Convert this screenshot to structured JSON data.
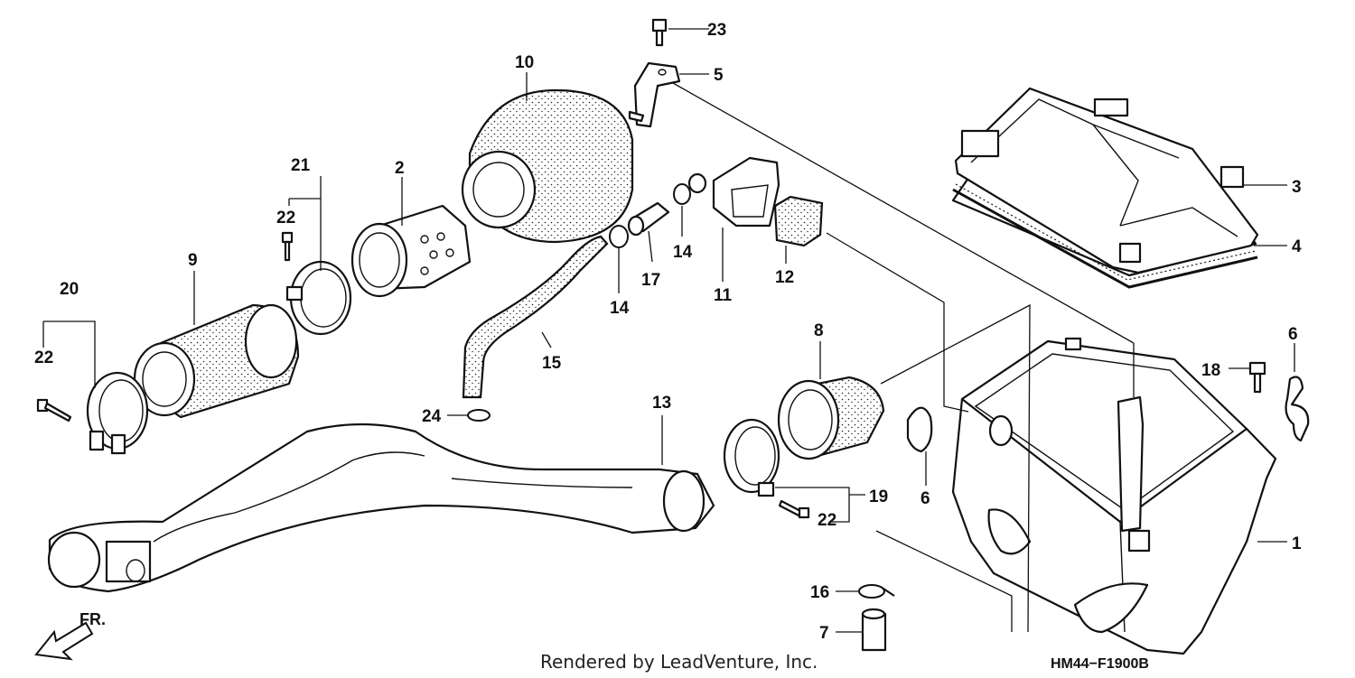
{
  "diagram": {
    "callouts": [
      {
        "id": "1",
        "text": "1"
      },
      {
        "id": "2",
        "text": "2"
      },
      {
        "id": "3",
        "text": "3"
      },
      {
        "id": "4",
        "text": "4"
      },
      {
        "id": "5",
        "text": "5"
      },
      {
        "id": "6a",
        "text": "6"
      },
      {
        "id": "6b",
        "text": "6"
      },
      {
        "id": "7",
        "text": "7"
      },
      {
        "id": "8",
        "text": "8"
      },
      {
        "id": "9",
        "text": "9"
      },
      {
        "id": "10",
        "text": "10"
      },
      {
        "id": "11",
        "text": "11"
      },
      {
        "id": "12",
        "text": "12"
      },
      {
        "id": "13",
        "text": "13"
      },
      {
        "id": "14a",
        "text": "14"
      },
      {
        "id": "14b",
        "text": "14"
      },
      {
        "id": "15",
        "text": "15"
      },
      {
        "id": "16",
        "text": "16"
      },
      {
        "id": "17",
        "text": "17"
      },
      {
        "id": "18",
        "text": "18"
      },
      {
        "id": "19",
        "text": "19"
      },
      {
        "id": "20",
        "text": "20"
      },
      {
        "id": "21",
        "text": "21"
      },
      {
        "id": "22a",
        "text": "22"
      },
      {
        "id": "22b",
        "text": "22"
      },
      {
        "id": "22c",
        "text": "22"
      },
      {
        "id": "23",
        "text": "23"
      },
      {
        "id": "24",
        "text": "24"
      }
    ],
    "front_indicator": "FR.",
    "credit": "Rendered by LeadVenture, Inc.",
    "drawing_code": "HM44−F1900B"
  }
}
